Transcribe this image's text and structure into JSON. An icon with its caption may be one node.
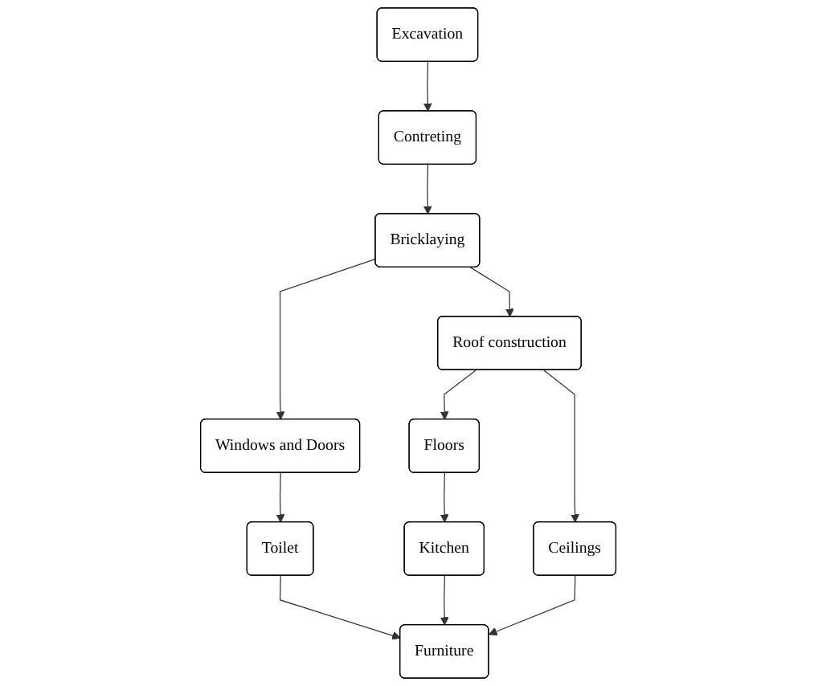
{
  "diagram": {
    "nodes": [
      {
        "text": [
          "Excavation"
        ]
      },
      {
        "text": [
          "Contreting"
        ]
      },
      {
        "text": [
          "Bricklaying"
        ]
      },
      {
        "text": [
          "Windows and Doors"
        ]
      },
      {
        "text": [
          "Roof construction"
        ]
      },
      {
        "text": [
          "Toilet"
        ]
      },
      {
        "text": [
          "Floors"
        ]
      },
      {
        "text": [
          "Ceilings"
        ]
      },
      {
        "text": [
          "Kitchen"
        ]
      },
      {
        "text": [
          "Furniture"
        ]
      }
    ],
    "edges": [
      {
        "from": 0,
        "to": 1,
        "arrow": "to"
      },
      {
        "from": 1,
        "to": 2,
        "arrow": "to"
      },
      {
        "from": 2,
        "to": 3,
        "arrow": "to"
      },
      {
        "from": 2,
        "to": 4,
        "arrow": "to"
      },
      {
        "from": 3,
        "to": 5,
        "arrow": "to"
      },
      {
        "from": 4,
        "to": 6,
        "arrow": "to"
      },
      {
        "from": 4,
        "to": 7,
        "arrow": "to"
      },
      {
        "from": 6,
        "to": 8,
        "arrow": "to"
      },
      {
        "from": 5,
        "to": 9,
        "arrow": "to"
      },
      {
        "from": 8,
        "to": 9,
        "arrow": "to"
      },
      {
        "from": 7,
        "to": 9,
        "arrow": "to"
      }
    ]
  }
}
